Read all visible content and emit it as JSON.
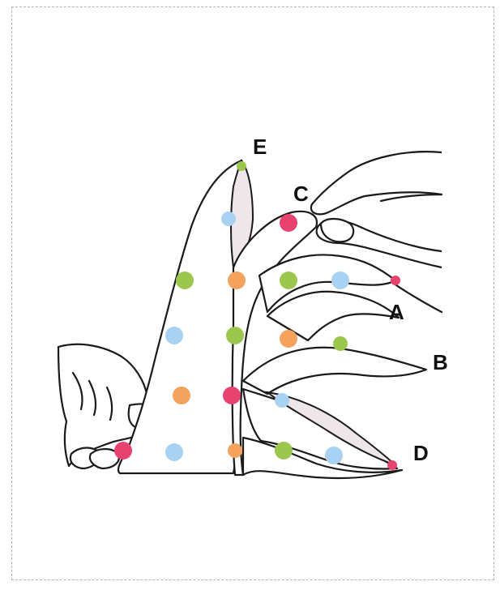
{
  "labels": {
    "a": "A",
    "b": "B",
    "c": "C",
    "d": "D",
    "e": "E"
  },
  "colors": {
    "pink": "#e8426f",
    "orange": "#f5a35c",
    "green": "#9cc74f",
    "blue": "#a9d1f2",
    "outline": "#1a1a1a",
    "frame": "#b9b0b6"
  }
}
